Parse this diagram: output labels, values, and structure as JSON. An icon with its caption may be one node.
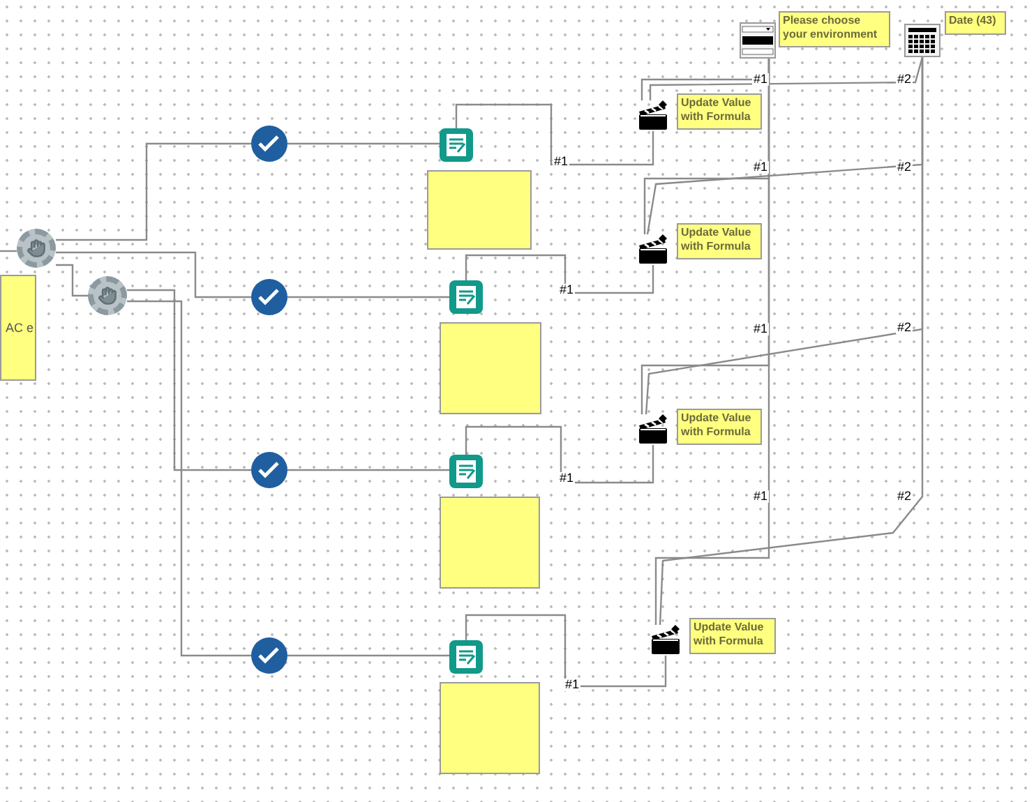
{
  "diagram": {
    "nodes": [
      {
        "text": [
          "AC e"
        ]
      },
      {
        "text": [],
        "shape": "picture"
      },
      {
        "text": [],
        "shape": "picture"
      },
      {
        "text": [],
        "shape": "circle"
      },
      {
        "text": [],
        "shape": "circle"
      },
      {
        "text": [],
        "shape": "circle"
      },
      {
        "text": [],
        "shape": "circle"
      },
      {
        "text": [],
        "shape": "picture"
      },
      {
        "text": [],
        "shape": "picture"
      },
      {
        "text": [],
        "shape": "picture"
      },
      {
        "text": [],
        "shape": "picture"
      },
      {
        "text": [],
        "shape": "box"
      },
      {
        "text": [],
        "shape": "box"
      },
      {
        "text": [],
        "shape": "box"
      },
      {
        "text": [],
        "shape": "box"
      },
      {
        "text": [],
        "shape": "picture"
      },
      {
        "text": [],
        "shape": "picture"
      },
      {
        "text": [],
        "shape": "picture"
      },
      {
        "text": [],
        "shape": "picture"
      },
      {
        "text": [],
        "shape": "picture"
      },
      {
        "text": [],
        "shape": "picture"
      },
      {
        "text": [
          "Please choose your environment"
        ]
      },
      {
        "text": [
          "Date (43)"
        ]
      },
      {
        "text": [
          "Update Value with Formula"
        ]
      },
      {
        "text": [
          "Update Value with Formula"
        ]
      },
      {
        "text": [
          "Update Value with Formula"
        ]
      },
      {
        "text": [
          "Update Value with Formula"
        ]
      }
    ],
    "edges": [
      {
        "from": null,
        "to": 1,
        "arrow": "none"
      },
      {
        "from": 1,
        "to": 3,
        "arrow": "none"
      },
      {
        "from": 1,
        "to": 4,
        "arrow": "none"
      },
      {
        "from": 1,
        "to": 2,
        "arrow": "none"
      },
      {
        "from": 2,
        "to": 5,
        "arrow": "none"
      },
      {
        "from": 2,
        "to": 6,
        "arrow": "none"
      },
      {
        "from": 3,
        "to": 7,
        "arrow": "none"
      },
      {
        "from": 4,
        "to": 8,
        "arrow": "none"
      },
      {
        "from": 5,
        "to": 9,
        "arrow": "none"
      },
      {
        "from": 6,
        "to": 10,
        "arrow": "none"
      },
      {
        "from": 7,
        "to": 17,
        "arrow": "none",
        "label": "#1"
      },
      {
        "from": 8,
        "to": 18,
        "arrow": "none",
        "label": "#1"
      },
      {
        "from": 9,
        "to": 19,
        "arrow": "none",
        "label": "#1"
      },
      {
        "from": 10,
        "to": 20,
        "arrow": "none",
        "label": "#1"
      },
      {
        "from": 15,
        "to": 17,
        "arrow": "none",
        "label": "#1"
      },
      {
        "from": 15,
        "to": 18,
        "arrow": "none",
        "label": "#1"
      },
      {
        "from": 15,
        "to": 19,
        "arrow": "none",
        "label": "#1"
      },
      {
        "from": 15,
        "to": 20,
        "arrow": "none",
        "label": "#1"
      },
      {
        "from": 16,
        "to": 17,
        "arrow": "none",
        "label": "#2"
      },
      {
        "from": 16,
        "to": 18,
        "arrow": "none",
        "label": "#2"
      },
      {
        "from": 16,
        "to": 19,
        "arrow": "none",
        "label": "#2"
      },
      {
        "from": 16,
        "to": 20,
        "arrow": "none",
        "label": "#2"
      }
    ]
  }
}
